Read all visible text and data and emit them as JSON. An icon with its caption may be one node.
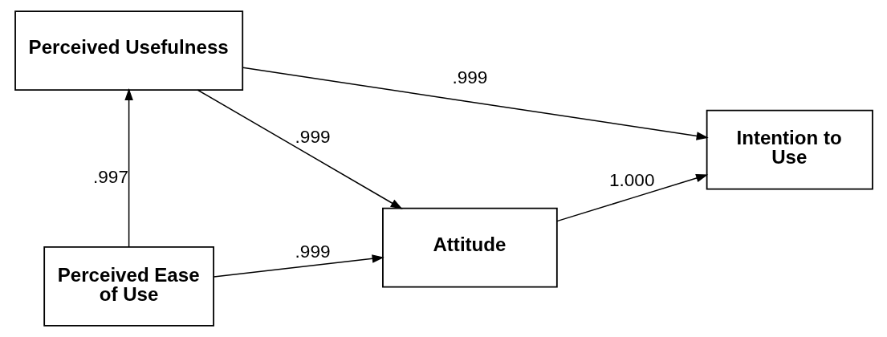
{
  "diagram": {
    "nodes": [
      {
        "text": [
          "Perceived Usefulness"
        ]
      },
      {
        "text": [
          "Perceived Ease of Use"
        ]
      },
      {
        "text": [
          "Attitude"
        ]
      },
      {
        "text": [
          "Intention to Use"
        ]
      }
    ],
    "edges": [
      {
        "from": 1,
        "to": 0,
        "arrow": "to",
        "label": ".997"
      },
      {
        "from": 0,
        "to": 2,
        "arrow": "to",
        "label": ".999"
      },
      {
        "from": 1,
        "to": 2,
        "arrow": "to",
        "label": ".999"
      },
      {
        "from": 2,
        "to": 3,
        "arrow": "to",
        "label": "1.000"
      },
      {
        "from": 0,
        "to": 3,
        "arrow": "to",
        "label": ".999"
      }
    ]
  }
}
